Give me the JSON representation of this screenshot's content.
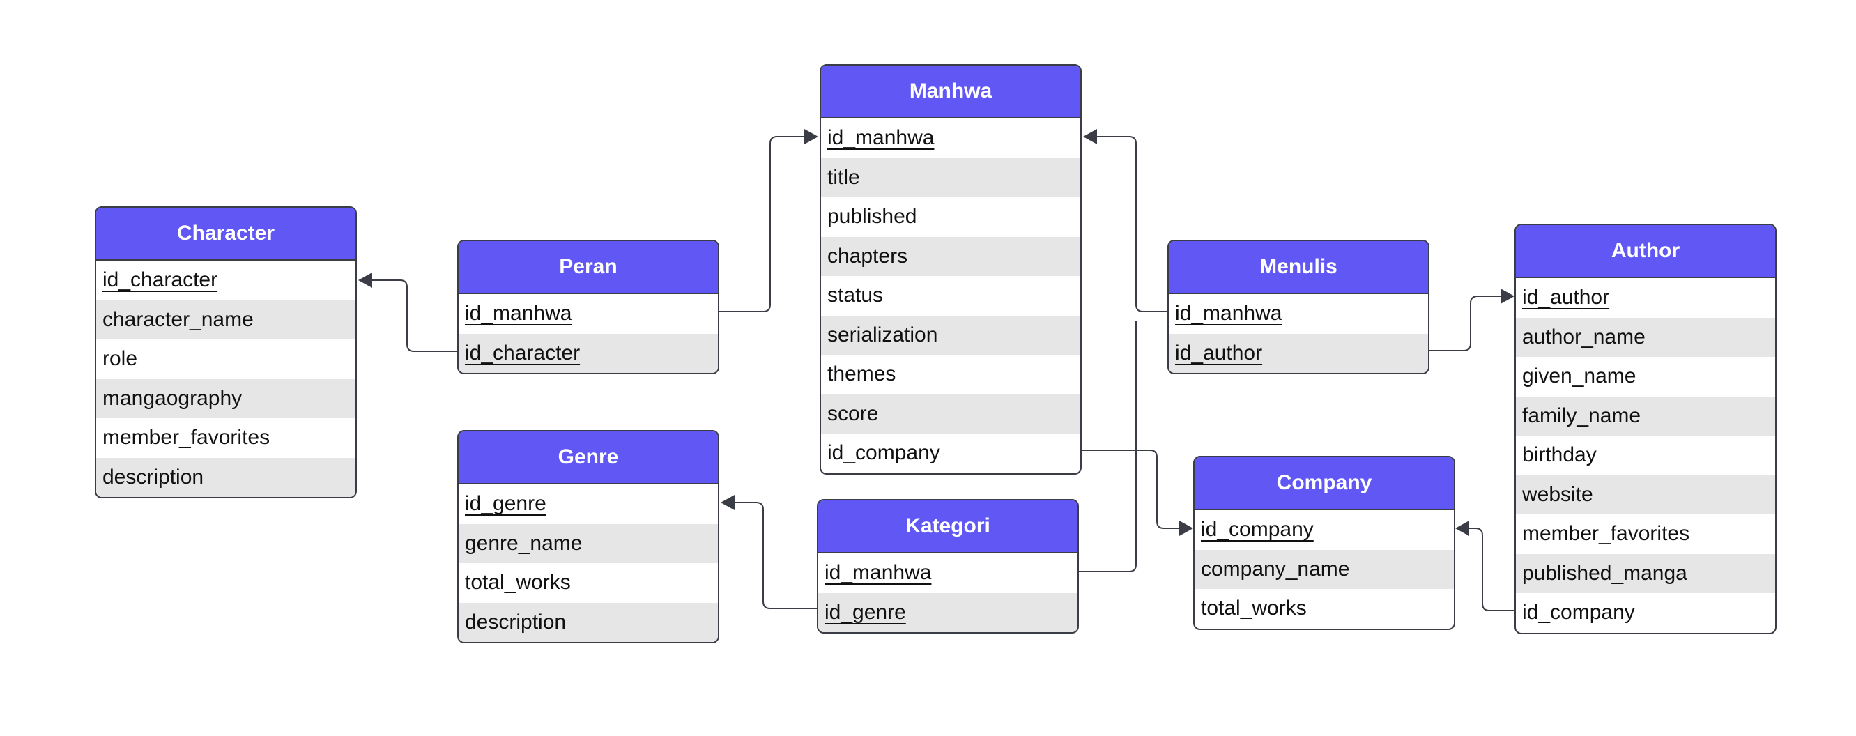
{
  "colors": {
    "header": "#6057f5",
    "alt_row": "#e6e6e6",
    "border": "#3a3d45",
    "connector": "#3a3d45"
  },
  "entities": [
    {
      "id": "character",
      "title": "Character",
      "fields": [
        {
          "name": "id_character",
          "key": true
        },
        {
          "name": "character_name"
        },
        {
          "name": "role"
        },
        {
          "name": "mangaography"
        },
        {
          "name": "member_favorites"
        },
        {
          "name": "description"
        }
      ]
    },
    {
      "id": "peran",
      "title": "Peran",
      "fields": [
        {
          "name": "id_manhwa",
          "key": true
        },
        {
          "name": "id_character",
          "key": true
        }
      ]
    },
    {
      "id": "genre",
      "title": "Genre",
      "fields": [
        {
          "name": "id_genre",
          "key": true
        },
        {
          "name": "genre_name"
        },
        {
          "name": "total_works"
        },
        {
          "name": "description"
        }
      ]
    },
    {
      "id": "manhwa",
      "title": "Manhwa",
      "fields": [
        {
          "name": "id_manhwa",
          "key": true
        },
        {
          "name": "title"
        },
        {
          "name": "published"
        },
        {
          "name": "chapters"
        },
        {
          "name": "status"
        },
        {
          "name": "serialization"
        },
        {
          "name": "themes"
        },
        {
          "name": "score"
        },
        {
          "name": "id_company"
        }
      ]
    },
    {
      "id": "kategori",
      "title": "Kategori",
      "fields": [
        {
          "name": "id_manhwa",
          "key": true
        },
        {
          "name": "id_genre",
          "key": true
        }
      ]
    },
    {
      "id": "menulis",
      "title": "Menulis",
      "fields": [
        {
          "name": "id_manhwa",
          "key": true
        },
        {
          "name": "id_author",
          "key": true
        }
      ]
    },
    {
      "id": "company",
      "title": "Company",
      "fields": [
        {
          "name": "id_company",
          "key": true
        },
        {
          "name": "company_name"
        },
        {
          "name": "total_works"
        }
      ]
    },
    {
      "id": "author",
      "title": "Author",
      "fields": [
        {
          "name": "id_author",
          "key": true
        },
        {
          "name": "author_name"
        },
        {
          "name": "given_name"
        },
        {
          "name": "family_name"
        },
        {
          "name": "birthday"
        },
        {
          "name": "website"
        },
        {
          "name": "member_favorites"
        },
        {
          "name": "published_manga"
        },
        {
          "name": "id_company"
        }
      ]
    }
  ],
  "relationships": [
    {
      "from": "peran.id_character",
      "to": "character.id_character"
    },
    {
      "from": "peran.id_manhwa",
      "to": "manhwa.id_manhwa"
    },
    {
      "from": "menulis.id_manhwa",
      "to": "manhwa.id_manhwa"
    },
    {
      "from": "kategori.id_manhwa",
      "to": "manhwa.id_manhwa"
    },
    {
      "from": "kategori.id_genre",
      "to": "genre.id_genre"
    },
    {
      "from": "menulis.id_author",
      "to": "author.id_author"
    },
    {
      "from": "manhwa.id_company",
      "to": "company.id_company"
    },
    {
      "from": "author.id_company",
      "to": "company.id_company"
    }
  ]
}
